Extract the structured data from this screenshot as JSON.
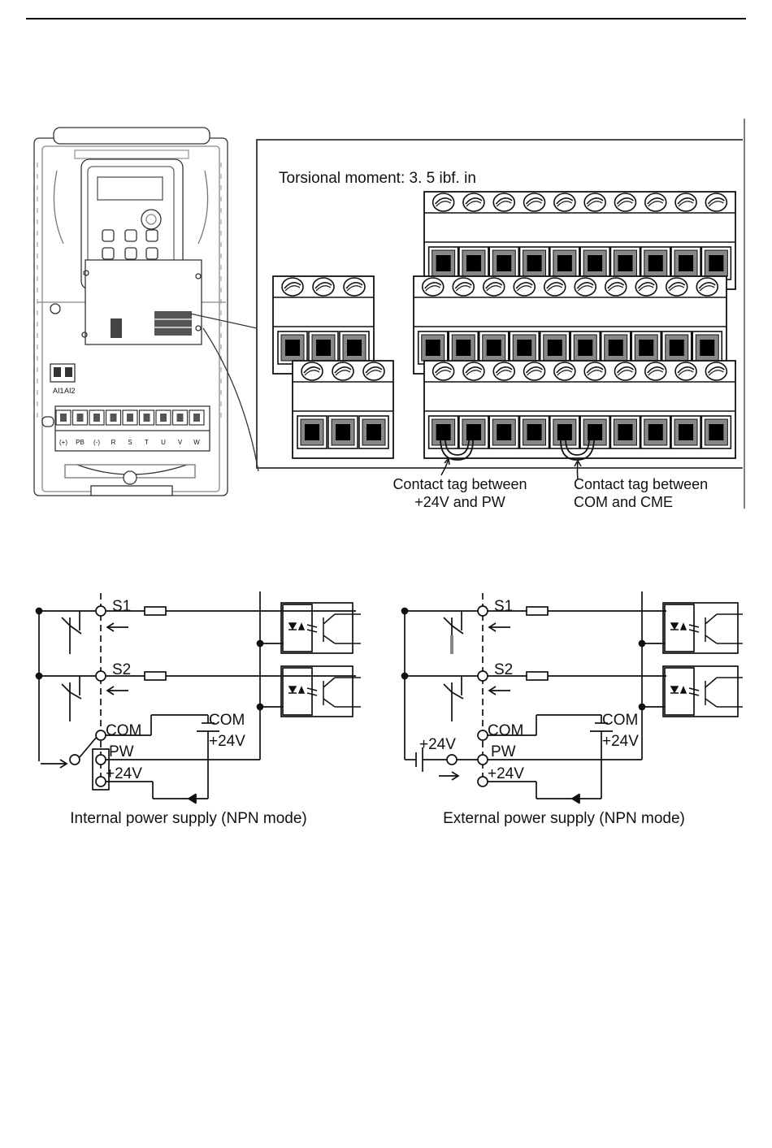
{
  "terminal_view": {
    "torque_label": "Torsional moment: 3. 5 ibf. in",
    "tag1_line1": "Contact tag between",
    "tag1_line2": "+24V and PW",
    "tag2_line1": "Contact tag between",
    "tag2_line2": "COM and CME"
  },
  "drive_front": {
    "analog_labels": [
      "AI1",
      "AI2"
    ],
    "power_terminals": [
      "(+)",
      "PB",
      "(-)",
      "R",
      "S",
      "T",
      "U",
      "V",
      "W"
    ]
  },
  "internal_circuit": {
    "s1": "S1",
    "s2": "S2",
    "com": "COM",
    "pw": "PW",
    "v24": "+24V",
    "com_right": "COM",
    "v24_right": "+24V",
    "caption": "Internal power supply (NPN mode)"
  },
  "external_circuit": {
    "s1": "S1",
    "s2": "S2",
    "com": "COM",
    "pw": "PW",
    "v24": "+24V",
    "v24_ext": "+24V",
    "com_right": "COM",
    "v24_right": "+24V",
    "caption": "External power supply (NPN mode)"
  }
}
